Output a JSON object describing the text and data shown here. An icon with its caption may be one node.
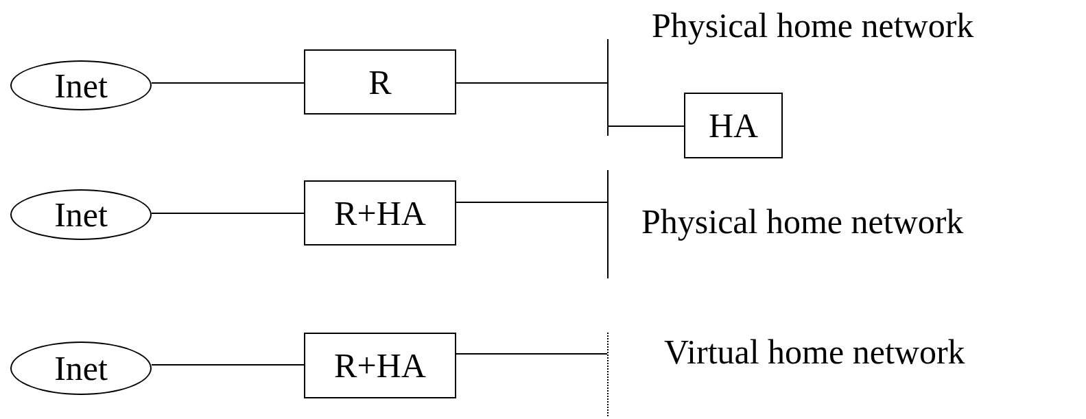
{
  "diagram": {
    "nodes": [
      {
        "text": [
          "Inet"
        ]
      },
      {
        "text": [
          "R"
        ]
      },
      {
        "text": [],
        "shape": "bar",
        "beside": [
          "Physical home network"
        ]
      },
      {
        "text": [
          "HA"
        ]
      },
      {
        "text": [
          "Inet"
        ]
      },
      {
        "text": [
          "R+HA"
        ]
      },
      {
        "text": [],
        "shape": "bar",
        "beside": [
          "Physical home network"
        ]
      },
      {
        "text": [
          "Inet"
        ]
      },
      {
        "text": [
          "R+HA"
        ]
      },
      {
        "text": [],
        "shape": "bar",
        "beside": [
          "Virtual home network"
        ]
      }
    ],
    "edges": [
      {
        "from": 0,
        "to": 1,
        "arrow": "none"
      },
      {
        "from": 1,
        "to": 2,
        "arrow": "none"
      },
      {
        "from": 2,
        "to": 3,
        "arrow": "none"
      },
      {
        "from": 4,
        "to": 5,
        "arrow": "none"
      },
      {
        "from": 5,
        "to": 6,
        "arrow": "none"
      },
      {
        "from": 7,
        "to": 8,
        "arrow": "none"
      },
      {
        "from": 8,
        "to": 9,
        "arrow": "none"
      }
    ]
  }
}
